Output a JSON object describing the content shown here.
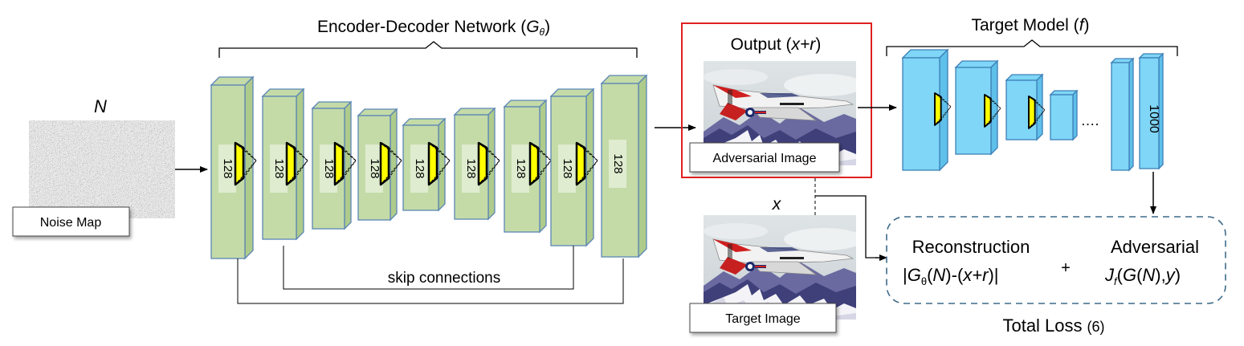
{
  "encoder": {
    "title_main": "Encoder-Decoder Network (",
    "title_symbol": "G",
    "title_subscript": "θ",
    "title_close": ")",
    "block_labels": [
      "128",
      "128",
      "128",
      "128",
      "128",
      "128",
      "128",
      "128",
      "128"
    ],
    "skip_label": "skip connections"
  },
  "noise": {
    "symbol": "N",
    "caption": "Noise Map"
  },
  "output": {
    "title_main": "Output (",
    "title_var": "x+r",
    "title_close": ")",
    "caption": "Adversarial Image"
  },
  "target_image": {
    "symbol": "x",
    "caption": "Target Image"
  },
  "target_model": {
    "title_main": "Target Model (",
    "title_var": "f",
    "title_close": ")",
    "ellipsis": "….",
    "fc_label": "1000"
  },
  "loss": {
    "recon_title": "Reconstruction",
    "recon_open": "|",
    "recon_G": "G",
    "recon_sub": "θ",
    "recon_rest_1": "(",
    "recon_N": "N",
    "recon_rest_2": ")-(",
    "recon_xr": "x+r",
    "recon_rest_3": ")|",
    "plus": "+",
    "adv_title": "Adversarial",
    "adv_J": "J",
    "adv_sub": "f",
    "adv_rest_1": "(",
    "adv_G": "G",
    "adv_rest_2": "(",
    "adv_N": "N",
    "adv_rest_3": "),",
    "adv_y": "y",
    "adv_rest_4": ")",
    "total_label": "Total Loss",
    "eq_number": "(6)"
  },
  "colors": {
    "green_front": "#c4dba8",
    "green_side": "#aecb8c",
    "green_stroke": "#5b86b5",
    "blue_front": "#7fd6f7",
    "blue_side": "#5fc0ea",
    "blue_stroke": "#3d7fb7",
    "kernel": "#ffff00",
    "red_box": "#e02020",
    "dashed_box": "#3d6a8a"
  }
}
